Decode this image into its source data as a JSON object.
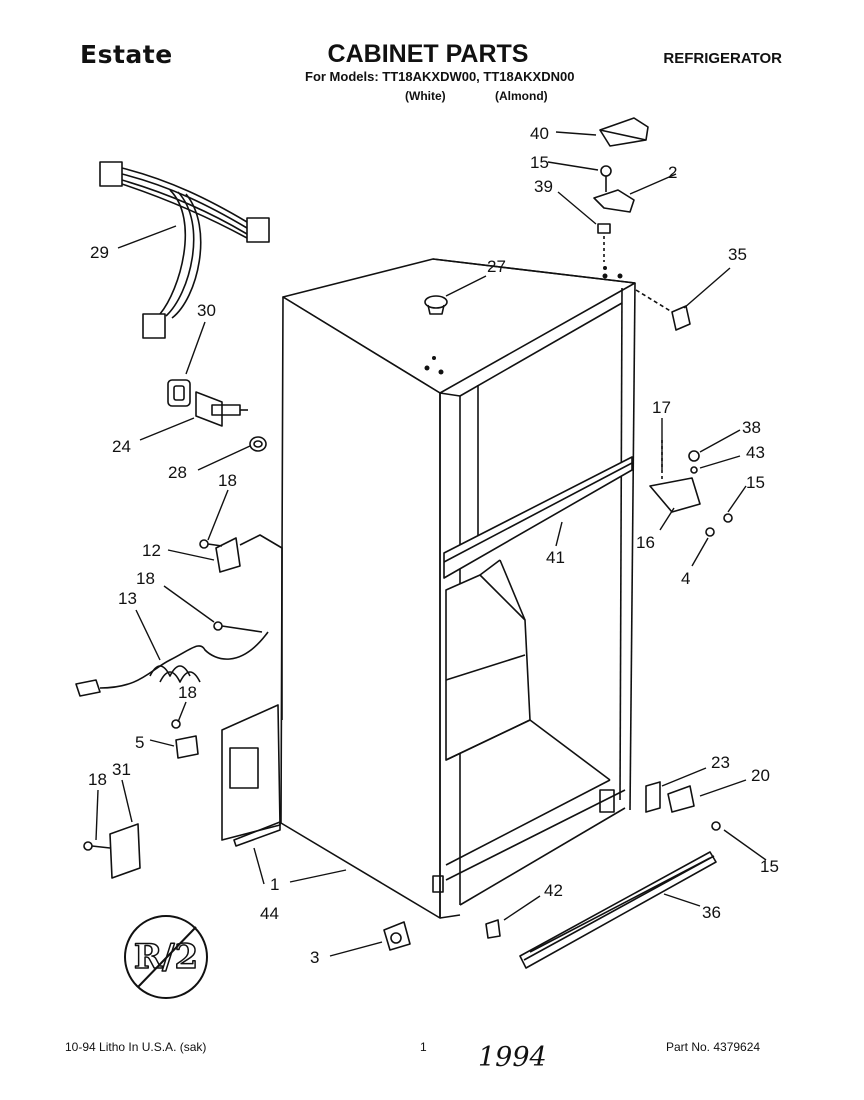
{
  "header": {
    "brand": "Estate",
    "title": "CABINET PARTS",
    "product": "REFRIGERATOR",
    "models": "For Models: TT18AKXDW00, TT18AKXDN00",
    "variant_white": "(White)",
    "variant_almond": "(Almond)"
  },
  "footer": {
    "litho": "10-94 Litho In U.S.A. (sak)",
    "page": "1",
    "part_no": "Part No. 4379624",
    "handwritten": "1994"
  },
  "stamp": {
    "text": "R/2"
  },
  "callouts": [
    "40",
    "15",
    "2",
    "39",
    "35",
    "27",
    "29",
    "30",
    "24",
    "28",
    "17",
    "38",
    "43",
    "15",
    "18",
    "12",
    "18",
    "13",
    "41",
    "16",
    "4",
    "18",
    "5",
    "31",
    "18",
    "23",
    "20",
    "1",
    "44",
    "15",
    "42",
    "36",
    "3"
  ]
}
